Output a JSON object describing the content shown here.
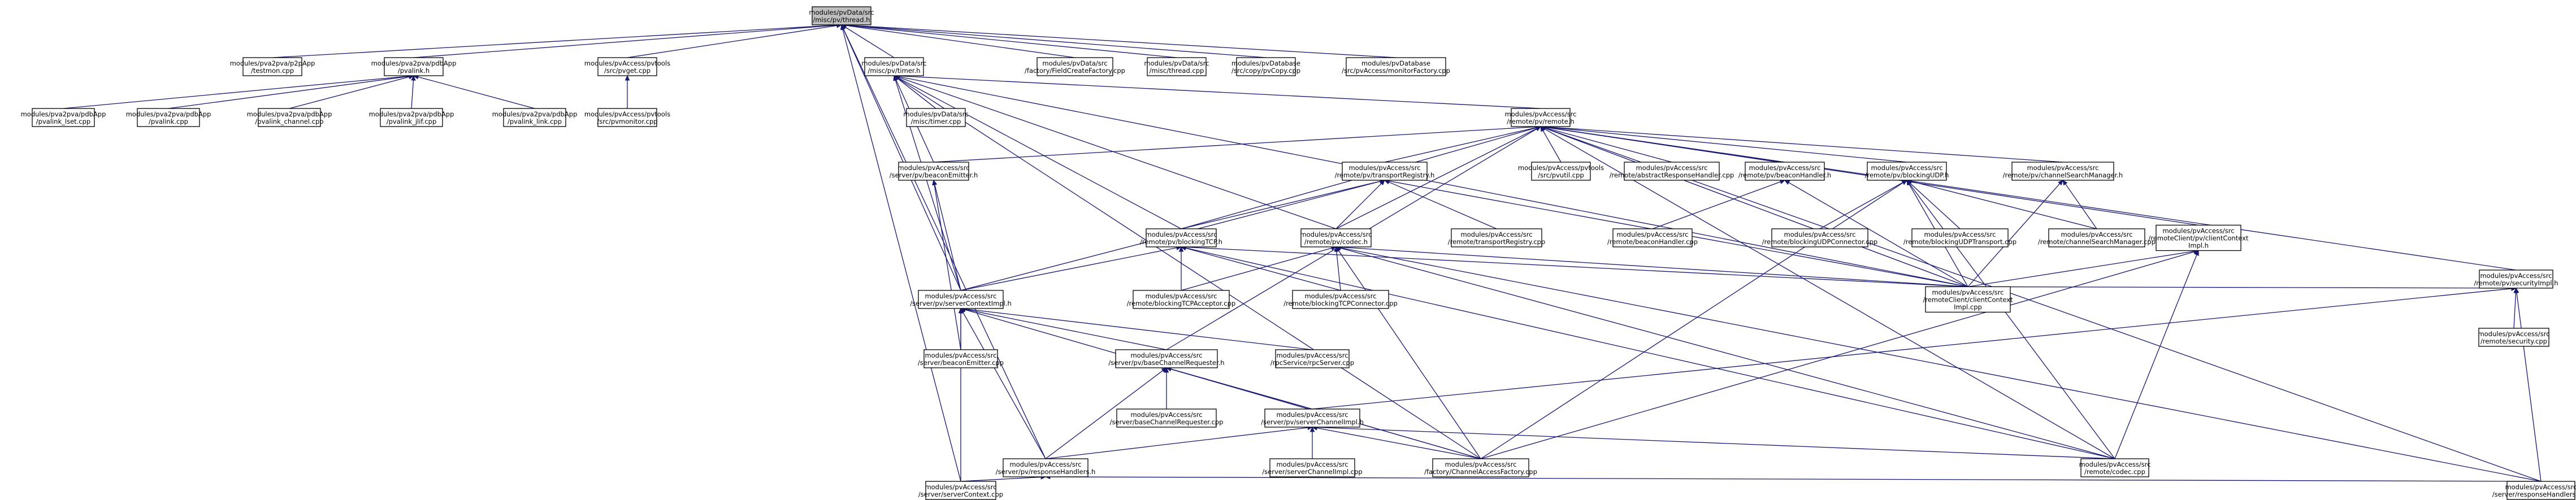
{
  "nodes": [
    {
      "id": "root",
      "lines": [
        "modules/pvData/src",
        "/misc/pv/thread.h"
      ]
    },
    {
      "id": "pvaTestmon",
      "lines": [
        "modules/pva2pva/p2pApp",
        "/testmon.cpp"
      ]
    },
    {
      "id": "pvalinkH",
      "lines": [
        "modules/pva2pva/pdbApp",
        "/pvalink.h"
      ]
    },
    {
      "id": "pvget",
      "lines": [
        "modules/pvAccess/pvtools",
        "/src/pvget.cpp"
      ]
    },
    {
      "id": "timerH",
      "lines": [
        "modules/pvData/src",
        "/misc/pv/timer.h"
      ]
    },
    {
      "id": "fieldCreateFactory",
      "lines": [
        "modules/pvData/src",
        "/factory/FieldCreateFactory.cpp"
      ]
    },
    {
      "id": "threadCpp",
      "lines": [
        "modules/pvData/src",
        "/misc/thread.cpp"
      ]
    },
    {
      "id": "copyPvCopy",
      "lines": [
        "modules/pvDatabase",
        "/src/copy/pvCopy.cpp"
      ]
    },
    {
      "id": "monitorFactory",
      "lines": [
        "modules/pvDatabase",
        "/src/pvAccess/monitorFactory.cpp"
      ]
    },
    {
      "id": "pvalinkLset",
      "lines": [
        "modules/pva2pva/pdbApp",
        "/pvalink_lset.cpp"
      ]
    },
    {
      "id": "pvalinkCpp",
      "lines": [
        "modules/pva2pva/pdbApp",
        "/pvalink.cpp"
      ]
    },
    {
      "id": "pvalinkChannel",
      "lines": [
        "modules/pva2pva/pdbApp",
        "/pvalink_channel.cpp"
      ]
    },
    {
      "id": "pvalinkJlif",
      "lines": [
        "modules/pva2pva/pdbApp",
        "/pvalink_jlif.cpp"
      ]
    },
    {
      "id": "pvalinkLink",
      "lines": [
        "modules/pva2pva/pdbApp",
        "/pvalink_link.cpp"
      ]
    },
    {
      "id": "pvmonitor",
      "lines": [
        "modules/pvAccess/pvtools",
        "/src/pvmonitor.cpp"
      ]
    },
    {
      "id": "timerCpp",
      "lines": [
        "modules/pvData/src",
        "/misc/timer.cpp"
      ]
    },
    {
      "id": "pvaRemoteH",
      "lines": [
        "modules/pvAccess/src",
        "/remote/pv/remote.h"
      ]
    },
    {
      "id": "beaconEmitterH",
      "lines": [
        "modules/pvAccess/src",
        "/server/pv/beaconEmitter.h"
      ]
    },
    {
      "id": "transportRegistryH",
      "lines": [
        "modules/pvAccess/src",
        "/remote/pv/transportRegistry.h"
      ]
    },
    {
      "id": "pvutil",
      "lines": [
        "modules/pvAccess/pvtools",
        "/src/pvutil.cpp"
      ]
    },
    {
      "id": "abstractResponseHandler",
      "lines": [
        "modules/pvAccess/src",
        "/remote/abstractResponseHandler.cpp"
      ]
    },
    {
      "id": "beaconHandlerH",
      "lines": [
        "modules/pvAccess/src",
        "/remote/pv/beaconHandler.h"
      ]
    },
    {
      "id": "blockingUDPH",
      "lines": [
        "modules/pvAccess/src",
        "/remote/pv/blockingUDP.h"
      ]
    },
    {
      "id": "channelSearchManagerH",
      "lines": [
        "modules/pvAccess/src",
        "/remote/pv/channelSearchManager.h"
      ]
    },
    {
      "id": "clientContextImplH",
      "lines": [
        "modules/pvAccess/src",
        "/remoteClient/pv/clientContext",
        "Impl.h"
      ]
    },
    {
      "id": "securityImplH",
      "lines": [
        "modules/pvAccess/src",
        "/remote/pv/securityImpl.h"
      ]
    },
    {
      "id": "blockingTCPH",
      "lines": [
        "modules/pvAccess/src",
        "/remote/pv/blockingTCP.h"
      ]
    },
    {
      "id": "codecH",
      "lines": [
        "modules/pvAccess/src",
        "/remote/pv/codec.h"
      ]
    },
    {
      "id": "transportRegistryCpp",
      "lines": [
        "modules/pvAccess/src",
        "/remote/transportRegistry.cpp"
      ]
    },
    {
      "id": "beaconHandlerCpp",
      "lines": [
        "modules/pvAccess/src",
        "/remote/beaconHandler.cpp"
      ]
    },
    {
      "id": "blockingUDPConnector",
      "lines": [
        "modules/pvAccess/src",
        "/remote/blockingUDPConnector.cpp"
      ]
    },
    {
      "id": "blockingUDPTransport",
      "lines": [
        "modules/pvAccess/src",
        "/remote/blockingUDPTransport.cpp"
      ]
    },
    {
      "id": "channelSearchManagerCpp",
      "lines": [
        "modules/pvAccess/src",
        "/remote/channelSearchManager.cpp"
      ]
    },
    {
      "id": "blockingTCPAcceptor",
      "lines": [
        "modules/pvAccess/src",
        "/remote/blockingTCPAcceptor.cpp"
      ]
    },
    {
      "id": "blockingTCPConnector",
      "lines": [
        "modules/pvAccess/src",
        "/remote/blockingTCPConnector.cpp"
      ]
    },
    {
      "id": "clientContextImplCpp",
      "lines": [
        "modules/pvAccess/src",
        "/remoteClient/clientContext",
        "Impl.cpp"
      ]
    },
    {
      "id": "securityCpp",
      "lines": [
        "modules/pvAccess/src",
        "/remote/security.cpp"
      ]
    },
    {
      "id": "serverContextImplH",
      "lines": [
        "modules/pvAccess/src",
        "/server/pv/serverContextImpl.h"
      ]
    },
    {
      "id": "beaconEmitterCpp",
      "lines": [
        "modules/pvAccess/src",
        "/server/beaconEmitter.cpp"
      ]
    },
    {
      "id": "baseChannelRequesterH",
      "lines": [
        "modules/pvAccess/src",
        "/server/pv/baseChannelRequester.h"
      ]
    },
    {
      "id": "rpcServer",
      "lines": [
        "modules/pvAccess/src",
        "/rpcService/rpcServer.cpp"
      ]
    },
    {
      "id": "baseChannelRequesterCpp",
      "lines": [
        "modules/pvAccess/src",
        "/server/baseChannelRequester.cpp"
      ]
    },
    {
      "id": "serverChannelImplH",
      "lines": [
        "modules/pvAccess/src",
        "/server/pv/serverChannelImpl.h"
      ]
    },
    {
      "id": "serverChannelImplCpp",
      "lines": [
        "modules/pvAccess/src",
        "/server/serverChannelImpl.cpp"
      ]
    },
    {
      "id": "responseHandlersH",
      "lines": [
        "modules/pvAccess/src",
        "/server/pv/responseHandlers.h"
      ]
    },
    {
      "id": "channelAccessFactory",
      "lines": [
        "modules/pvAccess/src",
        "/factory/ChannelAccessFactory.cpp"
      ]
    },
    {
      "id": "codecCpp",
      "lines": [
        "modules/pvAccess/src",
        "/remote/codec.cpp"
      ]
    },
    {
      "id": "serverContextCpp",
      "lines": [
        "modules/pvAccess/src",
        "/server/serverContext.cpp"
      ]
    },
    {
      "id": "responseHandlersCpp",
      "lines": [
        "modules/pvAccess/src",
        "/server/responseHandlers.cpp"
      ]
    }
  ],
  "edges": [
    [
      "pvaTestmon",
      "root"
    ],
    [
      "pvalinkH",
      "root"
    ],
    [
      "pvget",
      "root"
    ],
    [
      "timerH",
      "root"
    ],
    [
      "fieldCreateFactory",
      "root"
    ],
    [
      "threadCpp",
      "root"
    ],
    [
      "copyPvCopy",
      "root"
    ],
    [
      "monitorFactory",
      "root"
    ],
    [
      "pvalinkLset",
      "pvalinkH"
    ],
    [
      "pvalinkCpp",
      "pvalinkH"
    ],
    [
      "pvalinkChannel",
      "pvalinkH"
    ],
    [
      "pvalinkJlif",
      "pvalinkH"
    ],
    [
      "pvalinkLink",
      "pvalinkH"
    ],
    [
      "pvmonitor",
      "pvget"
    ],
    [
      "timerCpp",
      "timerH"
    ],
    [
      "pvaRemoteH",
      "timerH"
    ],
    [
      "beaconEmitterH",
      "timerH"
    ],
    [
      "blockingTCPH",
      "timerH"
    ],
    [
      "codecH",
      "timerH"
    ],
    [
      "clientContextImplCpp",
      "timerH"
    ],
    [
      "channelAccessFactory",
      "timerH"
    ],
    [
      "serverContextImplH",
      "timerH"
    ],
    [
      "serverContextImplH",
      "root"
    ],
    [
      "serverContextCpp",
      "root"
    ],
    [
      "responseHandlersH",
      "root"
    ],
    [
      "pvutil",
      "pvaRemoteH"
    ],
    [
      "abstractResponseHandler",
      "pvaRemoteH"
    ],
    [
      "beaconHandlerH",
      "pvaRemoteH"
    ],
    [
      "blockingUDPH",
      "pvaRemoteH"
    ],
    [
      "channelSearchManagerH",
      "pvaRemoteH"
    ],
    [
      "clientContextImplH",
      "pvaRemoteH"
    ],
    [
      "securityImplH",
      "pvaRemoteH"
    ],
    [
      "transportRegistryH",
      "pvaRemoteH"
    ],
    [
      "beaconEmitterH",
      "pvaRemoteH"
    ],
    [
      "blockingTCPH",
      "pvaRemoteH"
    ],
    [
      "codecH",
      "pvaRemoteH"
    ],
    [
      "clientContextImplCpp",
      "pvaRemoteH"
    ],
    [
      "codecCpp",
      "pvaRemoteH"
    ],
    [
      "responseHandlersCpp",
      "pvaRemoteH"
    ],
    [
      "baseChannelRequesterH",
      "pvaRemoteH"
    ],
    [
      "serverContextImplH",
      "beaconEmitterH"
    ],
    [
      "beaconEmitterCpp",
      "beaconEmitterH"
    ],
    [
      "transportRegistryCpp",
      "transportRegistryH"
    ],
    [
      "blockingTCPH",
      "transportRegistryH"
    ],
    [
      "codecH",
      "transportRegistryH"
    ],
    [
      "serverContextImplH",
      "transportRegistryH"
    ],
    [
      "clientContextImplCpp",
      "transportRegistryH"
    ],
    [
      "beaconHandlerCpp",
      "beaconHandlerH"
    ],
    [
      "clientContextImplCpp",
      "beaconHandlerH"
    ],
    [
      "blockingUDPConnector",
      "blockingUDPH"
    ],
    [
      "blockingUDPTransport",
      "blockingUDPH"
    ],
    [
      "channelSearchManagerCpp",
      "blockingUDPH"
    ],
    [
      "clientContextImplCpp",
      "blockingUDPH"
    ],
    [
      "channelAccessFactory",
      "blockingUDPH"
    ],
    [
      "codecCpp",
      "blockingUDPH"
    ],
    [
      "channelSearchManagerCpp",
      "channelSearchManagerH"
    ],
    [
      "clientContextImplCpp",
      "channelSearchManagerH"
    ],
    [
      "clientContextImplCpp",
      "clientContextImplH"
    ],
    [
      "channelAccessFactory",
      "clientContextImplH"
    ],
    [
      "codecCpp",
      "clientContextImplH"
    ],
    [
      "securityCpp",
      "securityImplH"
    ],
    [
      "clientContextImplCpp",
      "securityImplH"
    ],
    [
      "responseHandlersCpp",
      "securityImplH"
    ],
    [
      "serverChannelImplH",
      "securityImplH"
    ],
    [
      "blockingTCPAcceptor",
      "blockingTCPH"
    ],
    [
      "blockingTCPConnector",
      "blockingTCPH"
    ],
    [
      "serverContextImplH",
      "blockingTCPH"
    ],
    [
      "clientContextImplCpp",
      "blockingTCPH"
    ],
    [
      "codecCpp",
      "blockingTCPH"
    ],
    [
      "blockingTCPAcceptor",
      "codecH"
    ],
    [
      "blockingTCPConnector",
      "codecH"
    ],
    [
      "codecCpp",
      "codecH"
    ],
    [
      "clientContextImplCpp",
      "codecH"
    ],
    [
      "channelAccessFactory",
      "codecH"
    ],
    [
      "responseHandlersCpp",
      "codecH"
    ],
    [
      "beaconEmitterCpp",
      "serverContextImplH"
    ],
    [
      "baseChannelRequesterH",
      "serverContextImplH"
    ],
    [
      "rpcServer",
      "serverContextImplH"
    ],
    [
      "responseHandlersH",
      "serverContextImplH"
    ],
    [
      "serverContextCpp",
      "serverContextImplH"
    ],
    [
      "channelAccessFactory",
      "serverContextImplH"
    ],
    [
      "baseChannelRequesterCpp",
      "baseChannelRequesterH"
    ],
    [
      "serverChannelImplH",
      "baseChannelRequesterH"
    ],
    [
      "responseHandlersH",
      "baseChannelRequesterH"
    ],
    [
      "channelAccessFactory",
      "baseChannelRequesterH"
    ],
    [
      "serverChannelImplCpp",
      "serverChannelImplH"
    ],
    [
      "responseHandlersH",
      "serverChannelImplH"
    ],
    [
      "channelAccessFactory",
      "serverChannelImplH"
    ],
    [
      "codecCpp",
      "serverChannelImplH"
    ],
    [
      "serverContextCpp",
      "responseHandlersH"
    ],
    [
      "responseHandlersCpp",
      "responseHandlersH"
    ]
  ]
}
